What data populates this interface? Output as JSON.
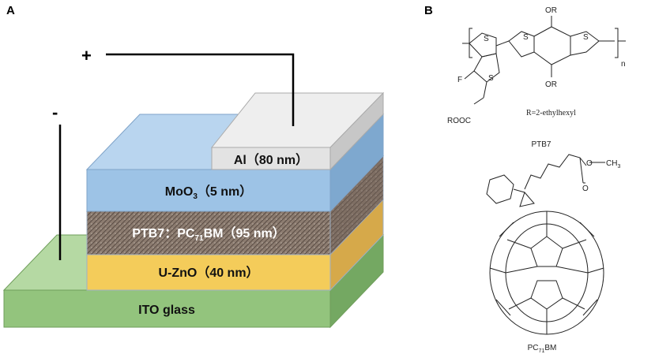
{
  "panels": {
    "a": "A",
    "b": "B"
  },
  "device": {
    "polarity_plus": "+",
    "polarity_minus": "-",
    "layers": {
      "al": "Al（80 nm）",
      "moo3_prefix": "MoO",
      "moo3_sub": "3",
      "moo3_suffix": "（5 nm）",
      "active_prefix": "PTB7：PC",
      "active_sub": "71",
      "active_suffix": "BM（95 nm）",
      "zno": "U-ZnO（40 nm）",
      "ito": "ITO glass"
    },
    "colors": {
      "ito": "#93c47d",
      "zno": "#f4cc5a",
      "active": "#8b7a6e",
      "moo3": "#9dc3e6",
      "al": "#e3e3e3"
    }
  },
  "chemistry": {
    "ptb7": {
      "name": "PTB7",
      "r_def": "R=2-ethylhexyl",
      "atoms": {
        "s": "S",
        "f": "F",
        "or": "OR",
        "rooc": "ROOC",
        "n": "n"
      }
    },
    "pcbm": {
      "name_prefix": "PC",
      "name_sub": "71",
      "name_suffix": "BM",
      "atoms": {
        "o": "O",
        "ch3_prefix": "CH",
        "ch3_sub": "3"
      }
    }
  }
}
